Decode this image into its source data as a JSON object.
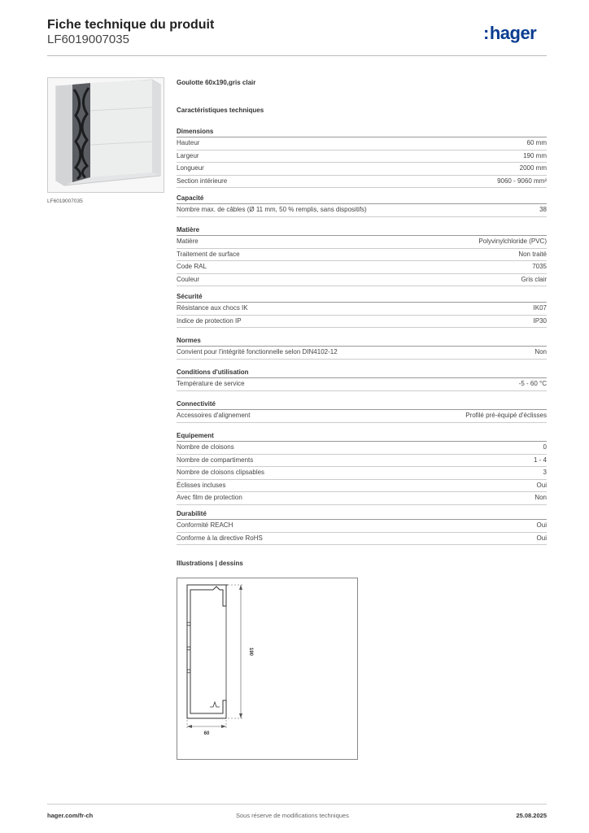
{
  "header": {
    "title": "Fiche technique du produit",
    "reference": "LF6019007035",
    "logo_text": "hager"
  },
  "product": {
    "name": "Goulotte 60x190,gris clair",
    "image_caption": "LF6019007035",
    "tech_title": "Caractéristiques techniques"
  },
  "sections": [
    {
      "title": "Dimensions",
      "rows": [
        {
          "label": "Hauteur",
          "value": "60 mm"
        },
        {
          "label": "Largeur",
          "value": "190 mm"
        },
        {
          "label": "Longueur",
          "value": "2000 mm"
        },
        {
          "label": "Section intérieure",
          "value": "9060 - 9060 mm²"
        }
      ]
    },
    {
      "title": "Capacité",
      "rows": [
        {
          "label": "Nombre max. de câbles (Ø 11 mm, 50 % remplis, sans dispositifs)",
          "value": "38"
        }
      ]
    },
    {
      "title": "Matière",
      "rows": [
        {
          "label": "Matière",
          "value": "Polyvinylchloride (PVC)"
        },
        {
          "label": "Traitement de surface",
          "value": "Non traité"
        },
        {
          "label": "Code RAL",
          "value": "7035"
        },
        {
          "label": "Couleur",
          "value": "Gris clair"
        }
      ]
    },
    {
      "title": "Sécurité",
      "rows": [
        {
          "label": "Résistance aux chocs IK",
          "value": "IK07"
        },
        {
          "label": "Indice de protection IP",
          "value": "IP30"
        }
      ]
    },
    {
      "title": "Normes",
      "rows": [
        {
          "label": "Convient pour l'intégrité fonctionnelle selon DIN4102-12",
          "value": "Non"
        }
      ]
    },
    {
      "title": "Conditions d'utilisation",
      "rows": [
        {
          "label": "Température de service",
          "value": "-5 - 60 °C"
        }
      ]
    },
    {
      "title": "Connectivité",
      "rows": [
        {
          "label": "Accessoires d'alignement",
          "value": "Profilé pré-équipé d'éclisses"
        }
      ]
    },
    {
      "title": "Equipement",
      "rows": [
        {
          "label": "Nombre de cloisons",
          "value": "0"
        },
        {
          "label": "Nombre de compartiments",
          "value": "1 - 4"
        },
        {
          "label": "Nombre de cloisons clipsables",
          "value": "3"
        },
        {
          "label": "Éclisses incluses",
          "value": "Oui"
        },
        {
          "label": "Avec film de protection",
          "value": "Non"
        }
      ]
    },
    {
      "title": "Durabilité",
      "rows": [
        {
          "label": "Conformité REACH",
          "value": "Oui"
        },
        {
          "label": "Conforme à la directive RoHS",
          "value": "Oui"
        }
      ]
    }
  ],
  "illustrations": {
    "title": "Illustrations | dessins",
    "dim_height": "190",
    "dim_width": "60"
  },
  "footer": {
    "website": "hager.com/fr-ch",
    "disclaimer": "Sous réserve de modifications techniques",
    "date": "25.08.2025"
  }
}
